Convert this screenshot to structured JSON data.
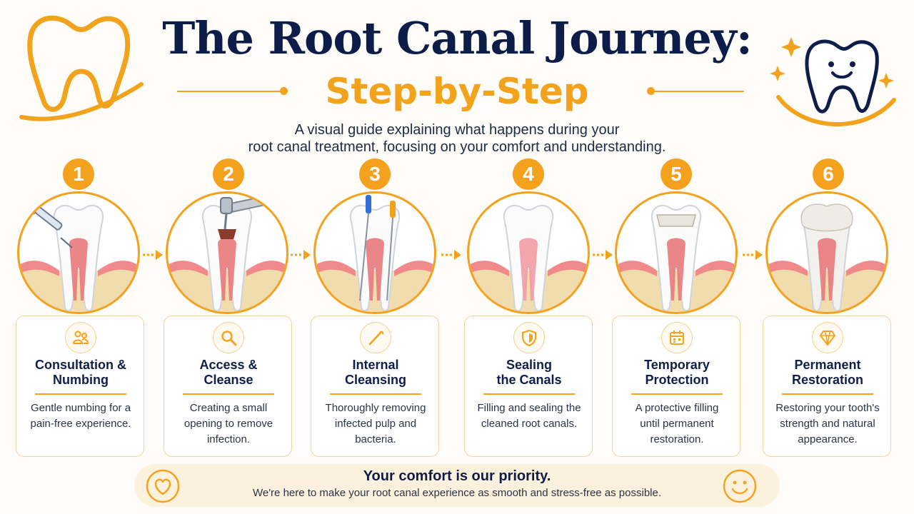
{
  "header": {
    "title": "The Root Canal Journey:",
    "subtitle": "Step-by-Step",
    "intro_line1": "A visual guide explaining what happens during your",
    "intro_line2": "root canal treatment, focusing on your comfort and understanding."
  },
  "colors": {
    "accent": "#f4a21d",
    "navy": "#0d1d4a",
    "gum": "#f08a8a",
    "bone": "#f1dcae",
    "banner": "#fbf1dd"
  },
  "steps": [
    {
      "number": "1",
      "title_line1": "Consultation &",
      "title_line2": "Numbing",
      "desc_line1": "Gentle numbing for a",
      "desc_line2": "pain-free experience.",
      "desc_line3": "",
      "icon": "people-icon",
      "illustration": "syringe-numbing"
    },
    {
      "number": "2",
      "title_line1": "Access &",
      "title_line2": "Cleanse",
      "desc_line1": "Creating a small",
      "desc_line2": "opening to remove",
      "desc_line3": "infection.",
      "icon": "magnifier-icon",
      "illustration": "drill-access"
    },
    {
      "number": "3",
      "title_line1": "Internal",
      "title_line2": "Cleansing",
      "desc_line1": "Thoroughly removing",
      "desc_line2": "infected pulp and",
      "desc_line3": "bacteria.",
      "icon": "dental-file-icon",
      "illustration": "files-cleaning"
    },
    {
      "number": "4",
      "title_line1": "Sealing",
      "title_line2": "the Canals",
      "desc_line1": "Filling and sealing the",
      "desc_line2": "cleaned root canals.",
      "desc_line3": "",
      "icon": "shield-icon",
      "illustration": "sealed-canals"
    },
    {
      "number": "5",
      "title_line1": "Temporary",
      "title_line2": "Protection",
      "desc_line1": "A protective filling",
      "desc_line2": "until permanent",
      "desc_line3": "restoration.",
      "icon": "calendar-icon",
      "illustration": "temporary-filling"
    },
    {
      "number": "6",
      "title_line1": "Permanent",
      "title_line2": "Restoration",
      "desc_line1": "Restoring your tooth's",
      "desc_line2": "strength and natural",
      "desc_line3": "appearance.",
      "icon": "diamond-icon",
      "illustration": "crown-restoration"
    }
  ],
  "banner": {
    "title": "Your comfort is our priority.",
    "text": "We're here to make your root canal experience as smooth and stress-free as possible.",
    "left_icon": "heart-icon",
    "right_icon": "smiley-icon"
  },
  "decorations": {
    "left": "tooth-outline-logo-icon",
    "right": "smiling-tooth-icon"
  }
}
